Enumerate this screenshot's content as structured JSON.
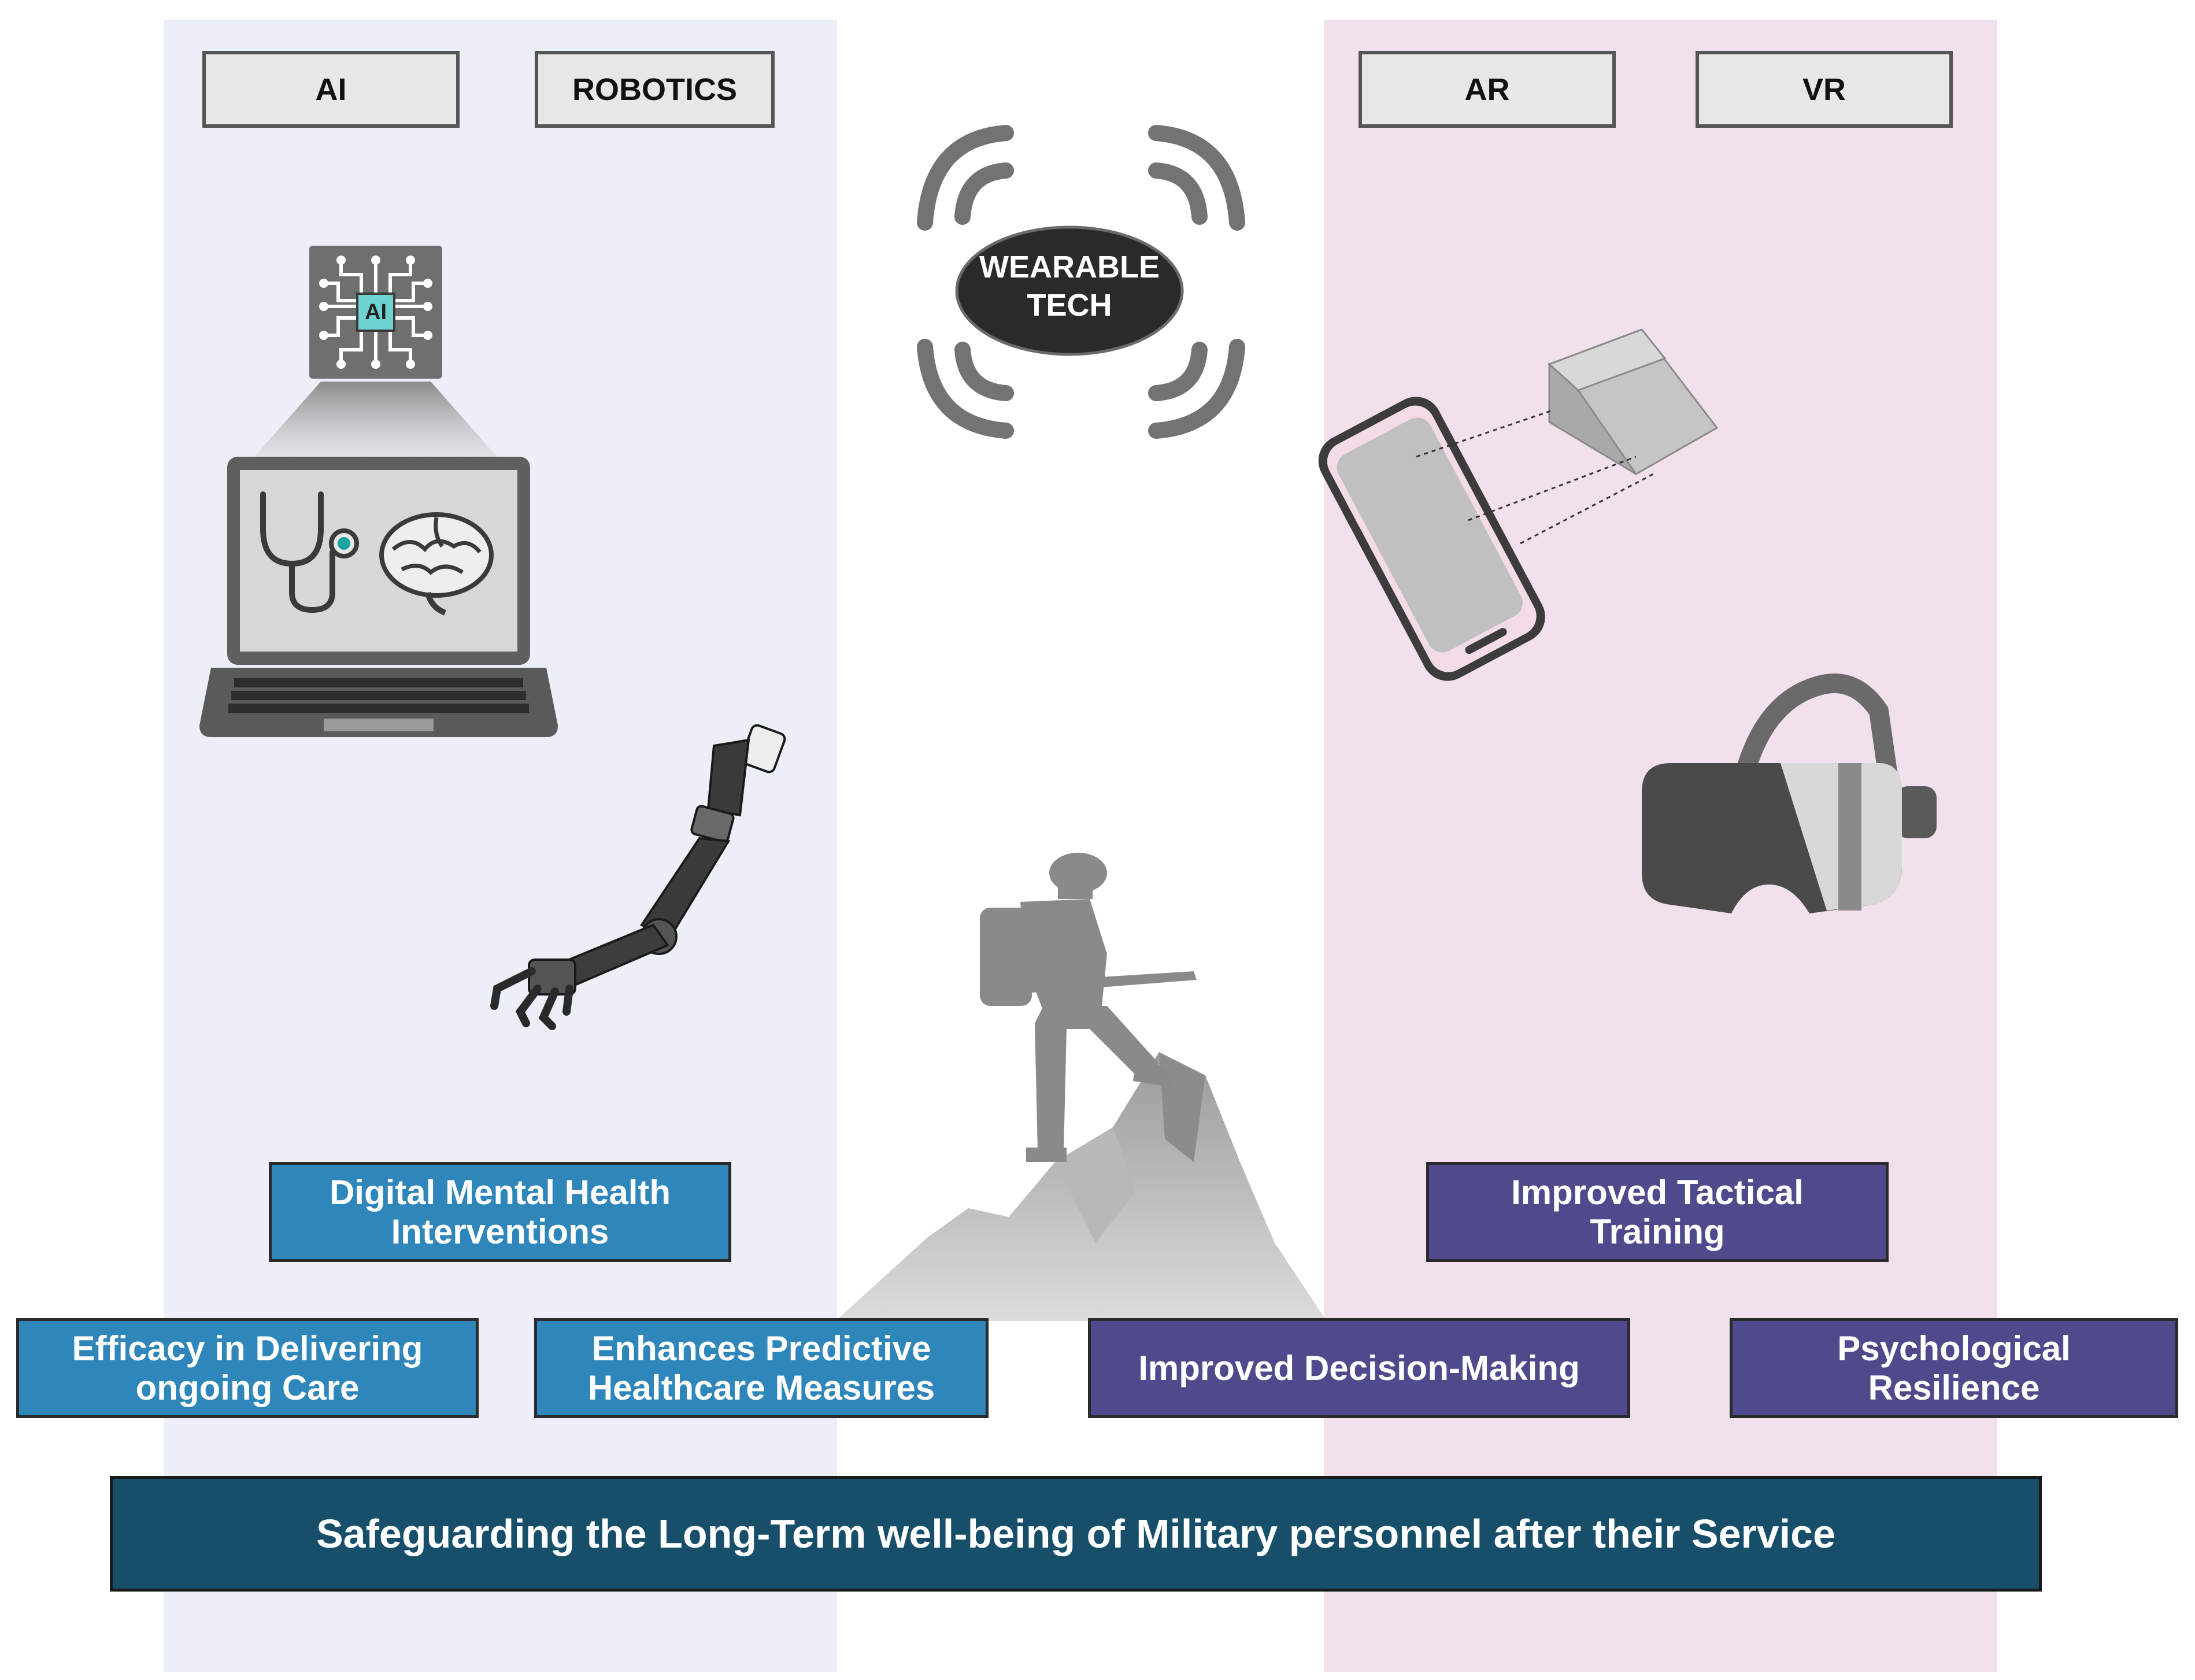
{
  "tabs": {
    "ai": "AI",
    "robotics": "ROBOTICS",
    "ar": "AR",
    "vr": "VR"
  },
  "wearable": {
    "line1": "WEARABLE",
    "line2": "TECH"
  },
  "chip_label": "AI",
  "boxes": {
    "digital_mental_health": "Digital Mental Health\nInterventions",
    "efficacy": "Efficacy in Delivering\nongoing Care",
    "predictive": "Enhances Predictive\nHealthcare Measures",
    "tactical": "Improved Tactical\nTraining",
    "decision": "Improved Decision-Making",
    "resilience": "Psychological\nResilience"
  },
  "footer": "Safeguarding the Long-Term well-being of Military personnel after their Service",
  "colors": {
    "left_panel": "#eceff8",
    "right_panel": "#f2e1ec",
    "blue_box": "#2e86bb",
    "purple_box": "#4f4a8c",
    "footer": "#174f6b"
  }
}
